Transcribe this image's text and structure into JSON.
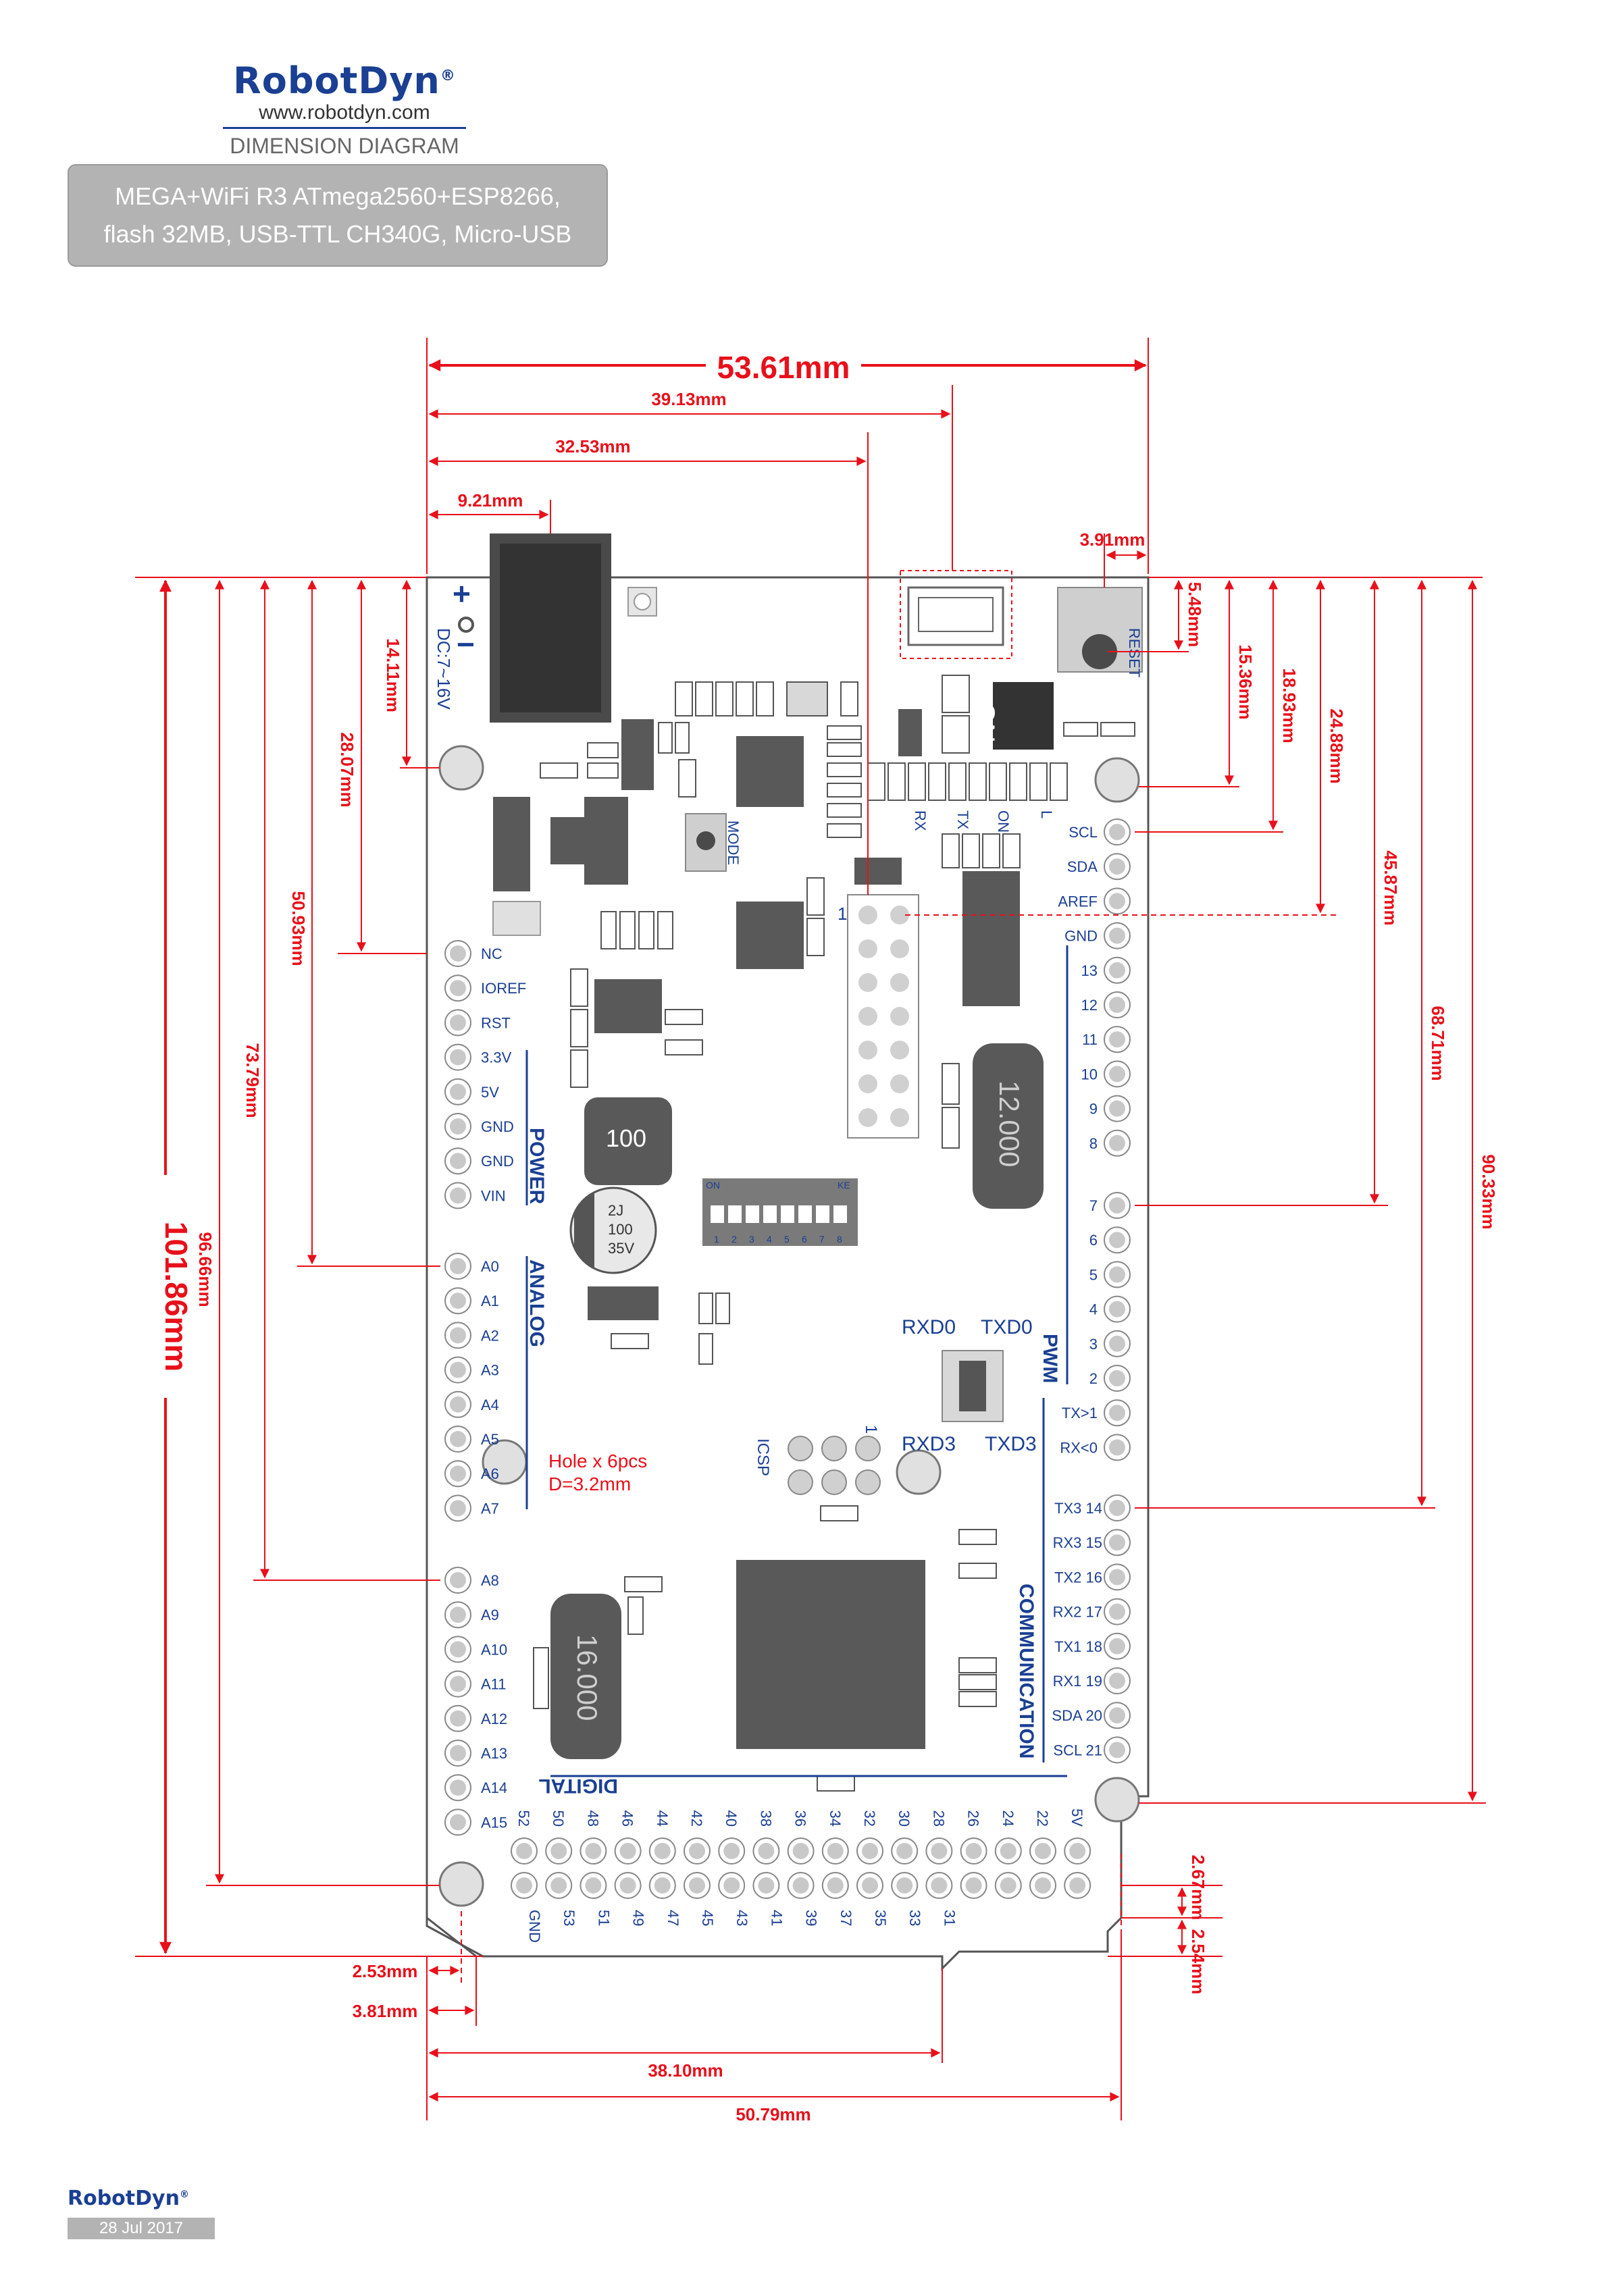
{
  "header": {
    "brand": "RobotDyn",
    "registered_mark": "®",
    "url": "www.robotdyn.com",
    "title": "DIMENSION DIAGRAM",
    "product_line1": "MEGA+WiFi R3 ATmega2560+ESP8266,",
    "product_line2": "flash 32MB, USB-TTL CH340G, Micro-USB"
  },
  "dimensions": {
    "total_width": "53.61mm",
    "usb_offset": "39.13mm",
    "icsp_offset": "32.53mm",
    "dc_jack_offset": "9.21mm",
    "reset_offset": "3.91mm",
    "total_height": "101.86mm",
    "left_14": "14.11mm",
    "left_28": "28.07mm",
    "left_50": "50.93mm",
    "left_73": "73.79mm",
    "left_96": "96.66mm",
    "right_5": "5.48mm",
    "right_15": "15.36mm",
    "right_18": "18.93mm",
    "right_24": "24.88mm",
    "right_45": "45.87mm",
    "right_68": "68.71mm",
    "right_90": "90.33mm",
    "right_267": "2.67mm",
    "right_254": "2.54mm",
    "bottom_253": "2.53mm",
    "bottom_381": "3.81mm",
    "bottom_3810": "38.10mm",
    "bottom_5079": "50.79mm"
  },
  "board": {
    "dc_label": "DC:7~16V",
    "plus": "+",
    "minus": "−",
    "reset_label": "RESET",
    "mode_label": "MODE",
    "on_label": "ON",
    "rx_label": "RX",
    "tx_label": "TX",
    "l_label": "L",
    "icsp_pin1": "1",
    "inductor": "100",
    "capacitor_line1": "2J",
    "capacitor_line2": "100",
    "capacitor_line3": "35V",
    "crystal_top": "12.000",
    "crystal_bottom": "16.000",
    "dip_on": "ON",
    "dip_ke": "KE",
    "dip_numbers": [
      "1",
      "2",
      "3",
      "4",
      "5",
      "6",
      "7",
      "8"
    ],
    "rxd0": "RXD0",
    "txd0": "TXD0",
    "rxd3": "RXD3",
    "txd3": "TXD3",
    "icsp_label": "ICSP",
    "icsp2_pin1": "1",
    "hole_note_line1": "Hole x 6pcs",
    "hole_note_line2": "D=3.2mm",
    "power_title": "POWER",
    "analog_title": "ANALOG",
    "pwm_title": "PWM",
    "comm_title": "COMMUNICATION",
    "digital_title": "DIGITAL",
    "left_power_pins": [
      "NC",
      "IOREF",
      "RST",
      "3.3V",
      "5V",
      "GND",
      "GND",
      "VIN"
    ],
    "left_analog_pins_a": [
      "A0",
      "A1",
      "A2",
      "A3",
      "A4",
      "A5",
      "A6",
      "A7"
    ],
    "left_analog_pins_b": [
      "A8",
      "A9",
      "A10",
      "A11",
      "A12",
      "A13",
      "A14",
      "A15"
    ],
    "right_top_pins": [
      "SCL",
      "SDA",
      "AREF",
      "GND",
      "13",
      "12",
      "11",
      "10",
      "9",
      "8"
    ],
    "right_mid_pins": [
      "7",
      "6",
      "5",
      "4",
      "3",
      "2",
      "TX>1",
      "RX<0"
    ],
    "right_comm_pins": [
      "TX3 14",
      "RX3 15",
      "TX2 16",
      "RX2 17",
      "TX1 18",
      "RX1 19",
      "SDA 20",
      "SCL 21"
    ],
    "bottom_top_row": [
      "52",
      "50",
      "48",
      "46",
      "44",
      "42",
      "40",
      "38",
      "36",
      "34",
      "32",
      "30",
      "28",
      "26",
      "24",
      "22",
      "5V"
    ],
    "bottom_bottom_row": [
      "GND",
      "53",
      "51",
      "49",
      "47",
      "45",
      "43",
      "41",
      "39",
      "37",
      "35",
      "33",
      "31"
    ]
  },
  "footer": {
    "brand": "RobotDyn",
    "registered_mark": "®",
    "date": "28 Jul 2017"
  },
  "colors": {
    "dimension": "#e8101a",
    "brand": "#1a3f93",
    "label_blue": "#1a3f93",
    "component": "#595959",
    "pin_gray": "#c8c8c8"
  }
}
